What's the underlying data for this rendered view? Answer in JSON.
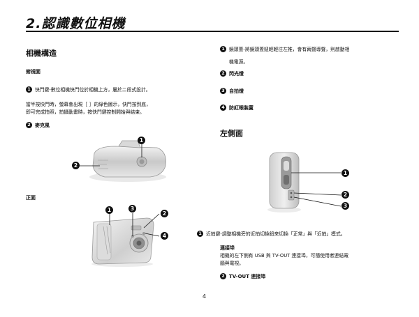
{
  "page_title": "2.認識數位相機",
  "section_title": "相機構造",
  "left": {
    "top_view": {
      "heading": "俯視面",
      "items": [
        {
          "num": "1",
          "lines": [
            "快門鍵-數位相機快門位於相機上方，屬於二段式設計。",
            "",
            "當半按快門時，螢幕會出現［ ］的綠色圖示，快門按到底，",
            "即可完成拍照，拍攝動畫時，按快門鍵控制開始與結束。"
          ]
        },
        {
          "num": "2",
          "lines": [
            "麥克風"
          ]
        }
      ],
      "callouts": [
        "1",
        "2"
      ]
    },
    "front_view": {
      "heading": "正面",
      "callouts": [
        "1",
        "3",
        "2",
        "4"
      ]
    }
  },
  "right": {
    "front_items": [
      {
        "num": "1",
        "lines": [
          "鏡頭蓋-將鏡頭蓋鈕輕輕往左推，會有兩聲導聲，則啟動相",
          "機電源。"
        ]
      },
      {
        "num": "2",
        "lines": [
          "閃光燈"
        ]
      },
      {
        "num": "3",
        "lines": [
          "自拍燈"
        ]
      },
      {
        "num": "4",
        "lines": [
          "防紅眼裝置"
        ]
      }
    ],
    "side_heading": "左側面",
    "side_callouts": [
      "1",
      "2",
      "3"
    ],
    "side_items": [
      {
        "num": "1",
        "label": "近拍鍵-調整相機旁的近拍切換鈕來切換「正常」與「近拍」模式。"
      }
    ],
    "connector": {
      "heading": "連接埠",
      "lines": [
        "相機的左下側有 USB 與 TV-OUT 連接埠，可隨使用者連結電",
        "腦與電視。"
      ]
    },
    "tv_out": {
      "num": "2",
      "label": "TV-OUT 連接埠"
    }
  },
  "page_number": "4"
}
